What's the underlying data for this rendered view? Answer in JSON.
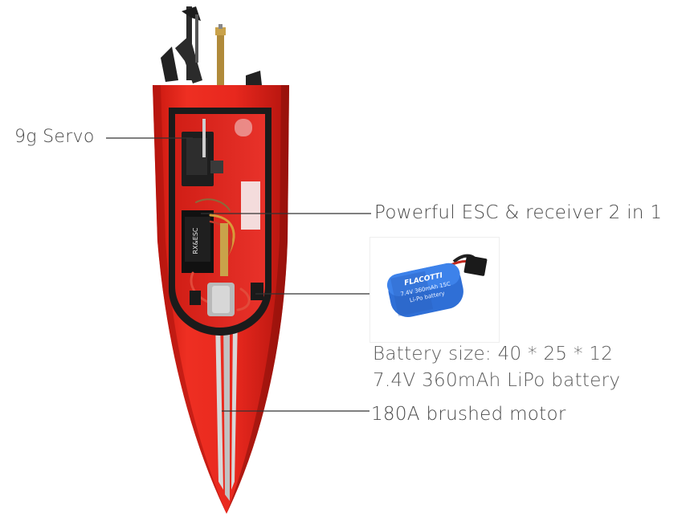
{
  "callouts": {
    "servo": "9g Servo",
    "esc": "Powerful  ESC & receiver 2 in 1",
    "battery_size": "Battery size: 40 * 25 * 12",
    "battery_spec": "7.4V 360mAh LiPo battery",
    "motor": "180A brushed motor"
  },
  "board_label": "RX&ESC",
  "battery_photo": {
    "brand": "FLACOTTI",
    "line1": "7.4V 360mAh 15C",
    "line2": "Li-Po battery"
  },
  "colors": {
    "hull_red": "#e8281e",
    "hull_dark": "#b3140e",
    "stripe": "#c9c9c9",
    "leader_line": "#333333",
    "battery_blue": "#2f6fd6",
    "text": "#4a4a4a"
  }
}
